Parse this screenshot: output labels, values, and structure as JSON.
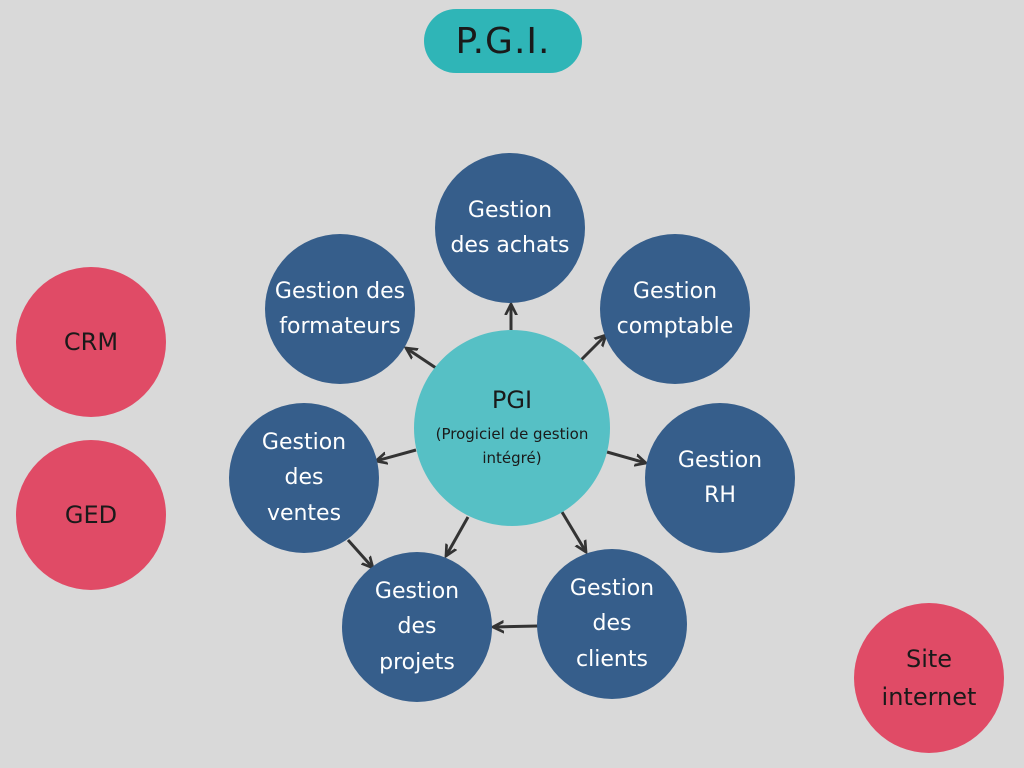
{
  "title": "P.G.I.",
  "center": {
    "title": "PGI",
    "subtitle": "(Progiciel de gestion intégré)"
  },
  "modules": {
    "achats": "Gestion\ndes achats",
    "comptable": "Gestion\ncomptable",
    "rh": "Gestion\nRH",
    "clients": "Gestion\ndes\nclients",
    "projets": "Gestion\ndes\nprojets",
    "ventes": "Gestion\ndes\nventes",
    "formateurs": "Gestion des\nformateurs"
  },
  "side_tools": {
    "crm": "CRM",
    "ged": "GED",
    "site": "Site\ninternet"
  },
  "colors": {
    "background": "#d9d9d9",
    "title_pill": "#2fb5b7",
    "center": "#56c0c5",
    "module": "#365e8b",
    "side_tool": "#e04b66",
    "arrow": "#333333"
  }
}
